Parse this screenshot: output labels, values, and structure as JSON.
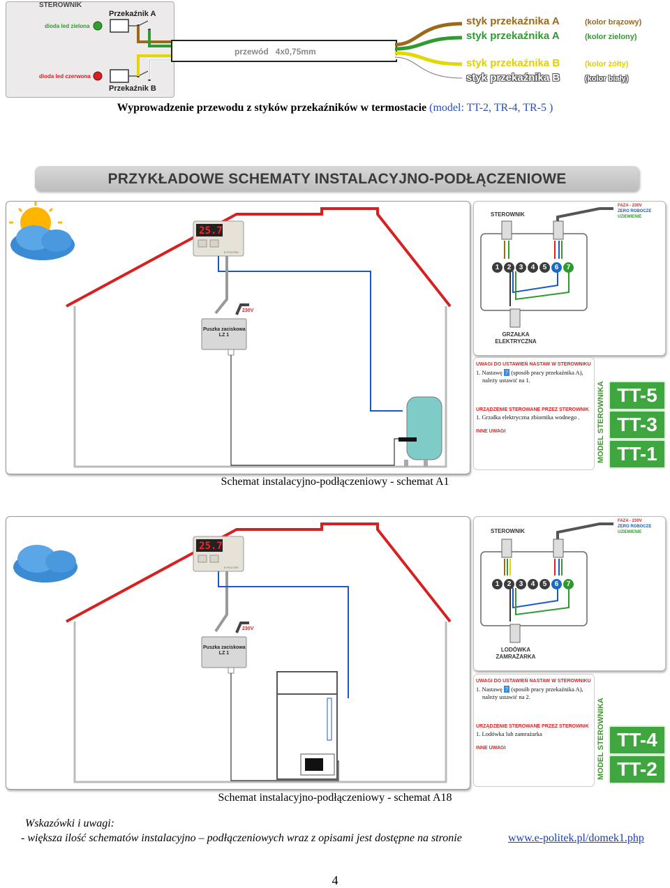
{
  "top_diagram": {
    "controller_label": "STEROWNIK",
    "relay_a_label": "Przekaźnik A",
    "relay_b_label": "Przekaźnik B",
    "led_green_label": "dioda led zielona",
    "led_red_label": "dioda led czerwona",
    "cable_label": "przewód   4x0,75mm",
    "wires": [
      {
        "label": "styk przekaźnika A",
        "color_note": "(kolor brązowy)",
        "hex": "#9a6a1a"
      },
      {
        "label": "styk przekaźnika A",
        "color_note": "(kolor zielony)",
        "hex": "#2f9a2f"
      },
      {
        "label": "styk przekaźnika B",
        "color_note": "(kolor żółty)",
        "hex": "#e6d600"
      },
      {
        "label": "styk przekaźnika B",
        "color_note": "(kolor biały)",
        "hex": "#ffffff"
      }
    ]
  },
  "intro_caption": {
    "text": "Wyprowadzenie  przewodu z styków przekaźników w termostacie ",
    "models": "(model: TT-2, TR-4, TR-5 )"
  },
  "section_heading": "PRZYKŁADOWE SCHEMATY INSTALACYJNO-PODŁĄCZENIOWE",
  "schemes": [
    {
      "display_value": "25.7",
      "brand": "E-POLITEK",
      "junction_box_label": "Puszka zaciskowa\nLZ 1",
      "voltage_label": "230V",
      "wiring_panel": {
        "controller_label": "STEROWNIK",
        "legend": [
          "FAZA - 230V",
          "ZERO ROBOCZE",
          "UZIEMIENIE"
        ],
        "terminals": [
          "1",
          "2",
          "3",
          "4",
          "5",
          "6",
          "7"
        ],
        "device_label": "GRZAŁKA\nELEKTRYCZNA"
      },
      "notes": {
        "settings_title": "UWAGI DO  USTAWIEŃ NASTAW W  STEROWNIKU",
        "settings_line_prefix": "1. Nastawę ",
        "settings_code": "7",
        "settings_line_suffix": " (sposób pracy przekaźnika A),",
        "settings_line2": "należy ustawić na 1.",
        "devices_title": "URZĄDZENIE STEROWANE PRZEZ STEROWNIK",
        "devices_text": "1. Grzałka elektryczna zbiornika wodnego .",
        "other_title": "INNE UWAGI"
      },
      "model_label": "MODEL STEROWNIKA",
      "models": [
        "TT-5",
        "TT-3",
        "TT-1"
      ],
      "caption": "Schemat  instalacyjno-podłączeniowy - schemat A1"
    },
    {
      "display_value": "25.7",
      "brand": "E-POLITEK",
      "junction_box_label": "Puszka zaciskowa\nLZ 1",
      "voltage_label": "230V",
      "wiring_panel": {
        "controller_label": "STEROWNIK",
        "legend": [
          "FAZA - 230V",
          "ZERO ROBOCZE",
          "UZIEMIENIE"
        ],
        "terminals": [
          "1",
          "2",
          "3",
          "4",
          "5",
          "6",
          "7"
        ],
        "device_label": "LODÓWKA\nZAMRAŻARKA"
      },
      "notes": {
        "settings_title": "UWAGI DO  USTAWIEŃ NASTAW W  STEROWNIKU",
        "settings_line_prefix": "1. Nastawę ",
        "settings_code": "7",
        "settings_line_suffix": " (sposób pracy przekaźnika A),",
        "settings_line2": "należy ustawić na 2.",
        "devices_title": "URZĄDZENIE STEROWANE PRZEZ STEROWNIK",
        "devices_text": "1. Lodówka lub zamrażarka",
        "other_title": "INNE UWAGI"
      },
      "model_label": "MODEL STEROWNIKA",
      "models": [
        "TT-4",
        "TT-2"
      ],
      "caption": "Schemat  instalacyjno-podłączeniowy - schemat A18"
    }
  ],
  "footer": {
    "hints_title": "Wskazówki i uwagi:",
    "hint_text": "- większa ilość schematów instalacyjno – podłączeniowych wraz z opisami  jest dostępne na stronie",
    "link_text": "www.e-politek.pl/domek1.php",
    "page_number": "4"
  }
}
